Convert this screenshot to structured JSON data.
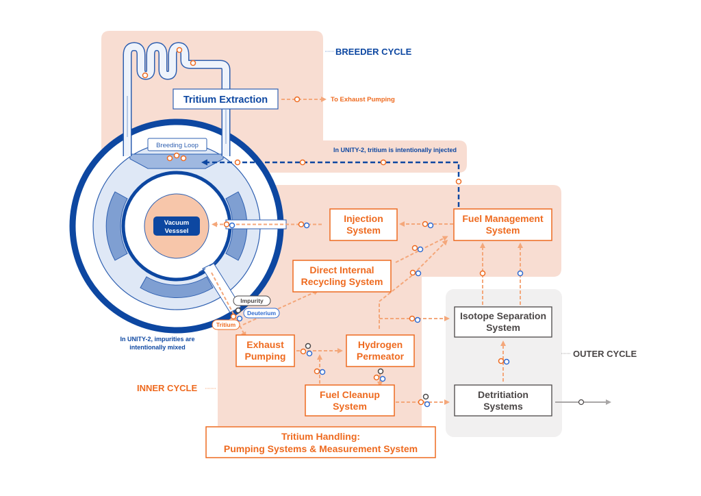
{
  "colors": {
    "navy": "#0d47a1",
    "orange": "#ee6a1f",
    "light_orange": "#f4a77a",
    "pink_bg": "#f8ddd2",
    "gray_bg": "#f1f0f0",
    "gray_text": "#4a4646",
    "light_blue": "#dfe8f6",
    "mid_blue": "#7f9fd2",
    "particle_blue": "#2e6ad0"
  },
  "regions": {
    "breeder_cycle": "BREEDER CYCLE",
    "inner_cycle": "INNER CYCLE",
    "outer_cycle": "OUTER CYCLE"
  },
  "nodes": {
    "tritium_extraction": "Tritium Extraction",
    "breeding_loop": "Breeding Loop",
    "vacuum_vessel": [
      "Vacuum",
      "Vesssel"
    ],
    "injection_system": [
      "Injection",
      "System"
    ],
    "fuel_management": [
      "Fuel Management",
      "System"
    ],
    "direct_internal_recycling": [
      "Direct Internal",
      "Recycling System"
    ],
    "exhaust_pumping": [
      "Exhaust",
      "Pumping"
    ],
    "hydrogen_permeator": [
      "Hydrogen",
      "Permeator"
    ],
    "fuel_cleanup": [
      "Fuel Cleanup",
      "System"
    ],
    "isotope_separation": [
      "Isotope Separation",
      "System"
    ],
    "detritiation": [
      "Detritiation",
      "Systems"
    ],
    "tritium_handling": [
      "Tritium Handling:",
      "Pumping Systems & Measurement System"
    ]
  },
  "annotations": {
    "to_exhaust_pumping": "To Exhaust Pumping",
    "tritium_injected": "In UNITY-2, tritium is intentionally injected",
    "impurities_mixed": [
      "In UNITY-2, impurities are",
      "intentionally mixed"
    ]
  },
  "species_tags": {
    "impurity": "Impurity",
    "deuterium": "Deuterium",
    "tritium": "Tritium"
  }
}
